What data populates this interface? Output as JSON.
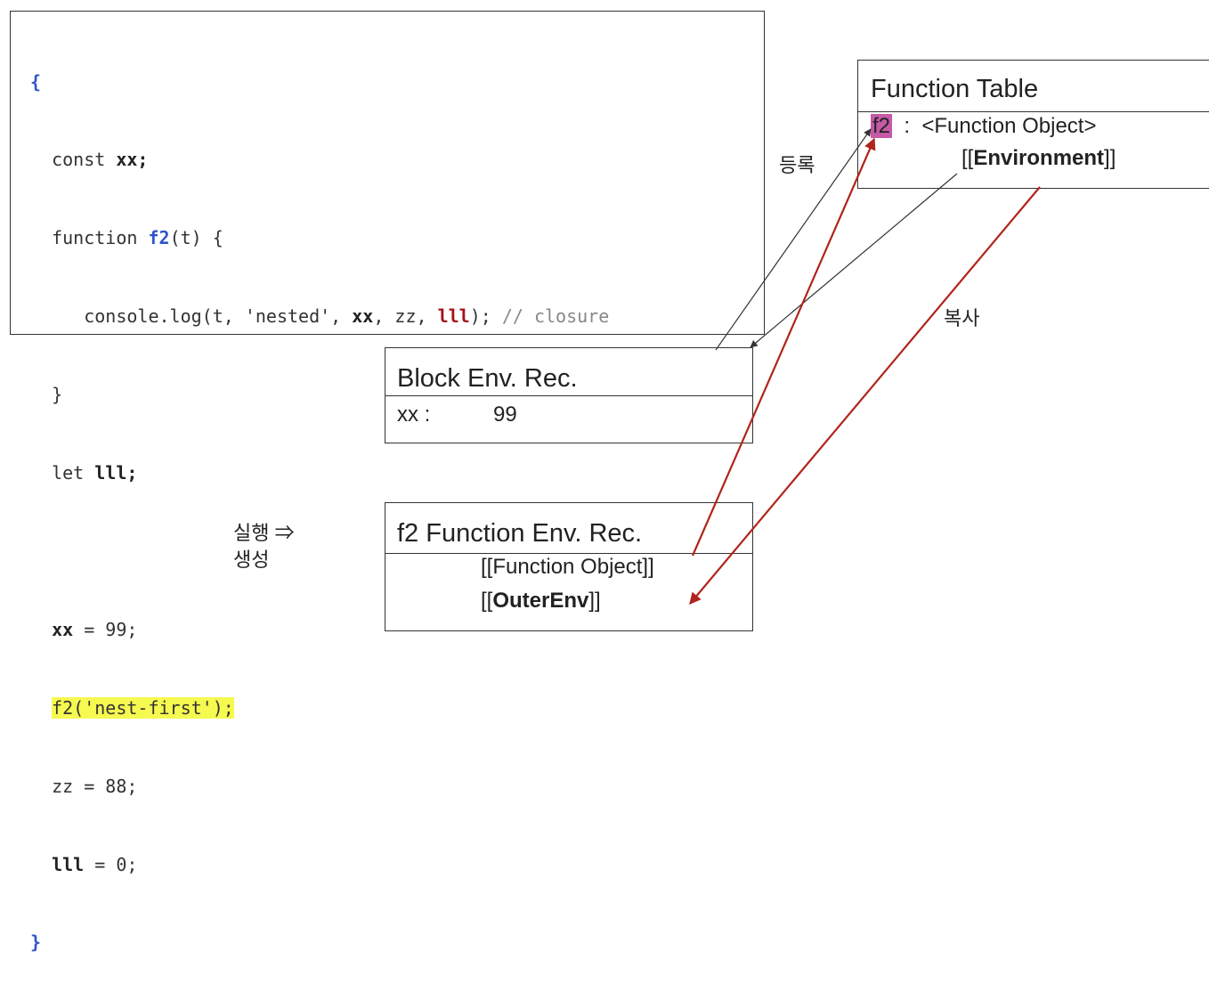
{
  "code": {
    "open_brace": "{",
    "line1_kw": "const ",
    "line1_var": "xx;",
    "line2_kw": "function ",
    "line2_name": "f2",
    "line2_rest": "(t) {",
    "line3_pre": "   console.log(t, 'nested', ",
    "line3_xx": "xx",
    "line3_mid": ", zz, ",
    "line3_lll": "lll",
    "line3_post": "); ",
    "line3_comment": "// closure",
    "line4": "}",
    "line5_kw": "let ",
    "line5_var": "lll;",
    "line7_var": "xx",
    "line7_rest": " = 99;",
    "line8": "f2('nest-first');",
    "line9": "zz = 88;",
    "line10_var": "lll",
    "line10_rest": " = 0;",
    "close_brace": "}"
  },
  "function_table": {
    "title": "Function Table",
    "key": "f2",
    "sep": "  :  ",
    "value": "<Function Object>",
    "env_open": "[[",
    "env_label": "Environment",
    "env_close": "]]"
  },
  "block_env": {
    "title": "Block Env. Rec.",
    "key": "xx :",
    "value": "99"
  },
  "f2_env": {
    "title": "f2 Function Env. Rec.",
    "row1": "[[Function Object]]",
    "row2_open": "[[",
    "row2_label": "OuterEnv",
    "row2_close": "]]"
  },
  "labels": {
    "register": "등록",
    "copy": "복사",
    "exec_line1": "실행 ⇒",
    "exec_line2": "생성"
  },
  "colors": {
    "arrow_black": "#333333",
    "arrow_red": "#b0241b",
    "highlight": "#f6f94f",
    "f2_tag": "#c55aa6"
  }
}
